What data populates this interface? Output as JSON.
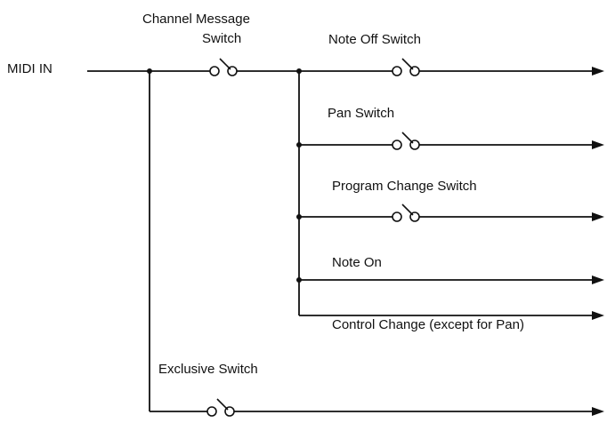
{
  "diagram": {
    "input_label": "MIDI IN",
    "channel_switch": {
      "line1": "Channel Message",
      "line2": "Switch"
    },
    "branches": [
      {
        "label": "Note Off Switch",
        "has_switch": true
      },
      {
        "label": "Pan Switch",
        "has_switch": true
      },
      {
        "label": "Program Change Switch",
        "has_switch": true
      },
      {
        "label": "Note On",
        "has_switch": false
      },
      {
        "label": "Control Change (except for Pan)",
        "has_switch": false
      }
    ],
    "exclusive_switch": {
      "label": "Exclusive Switch"
    }
  }
}
